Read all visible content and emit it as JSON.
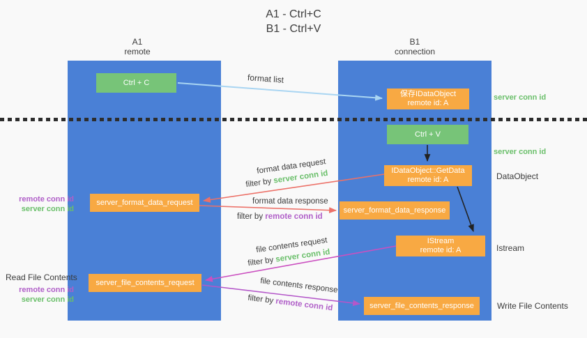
{
  "title": {
    "line1": "A1 - Ctrl+C",
    "line2": "B1 - Ctrl+V"
  },
  "columns": {
    "left": {
      "title": "A1",
      "subtitle": "remote"
    },
    "right": {
      "title": "B1",
      "subtitle": "connection"
    }
  },
  "nodes": {
    "ctrl_c": {
      "label": "Ctrl + C"
    },
    "save_idataobject": {
      "line1": "保存IDataObject",
      "line2": "remote id: A"
    },
    "ctrl_v": {
      "label": "Ctrl + V"
    },
    "getdata": {
      "line1": "IDataObject::GetData",
      "line2": "remote id: A"
    },
    "format_request": {
      "label": "server_format_data_request"
    },
    "format_response": {
      "label": "server_format_data_response"
    },
    "istream": {
      "line1": "IStream",
      "line2": "remote id: A"
    },
    "file_request": {
      "label": "server_file_contents_request"
    },
    "file_response": {
      "label": "server_file_contents_response"
    }
  },
  "side_labels": {
    "right_server_conn_1": "server conn id",
    "right_server_conn_2": "server conn id",
    "dataobject": "DataObject",
    "istream": "Istream",
    "write_file": "Write File Contents",
    "left_remote_conn_1": "remote conn id",
    "left_server_conn_1": "server conn id",
    "read_file": "Read File Contents",
    "left_remote_conn_2": "remote conn id",
    "left_server_conn_2": "server conn id"
  },
  "arrow_labels": {
    "format_list": "format list",
    "format_data_request": "format data request",
    "format_data_response": "format data response",
    "file_contents_request": "file contents request",
    "file_contents_response": "file contents response",
    "filter_by": "filter by ",
    "server_conn_id": "server conn id",
    "remote_conn_id": "remote conn id"
  },
  "colors": {
    "column_blue": "#4a80d6",
    "box_green": "#77c478",
    "box_orange": "#f8a943",
    "arrow_light_blue": "#a9d5f2",
    "arrow_red": "#ec7168",
    "arrow_magenta": "#cb50c0",
    "arrow_purple": "#b457c9",
    "arrow_black": "#222222",
    "label_green": "#6abf6a",
    "label_purple": "#b05fc8"
  }
}
